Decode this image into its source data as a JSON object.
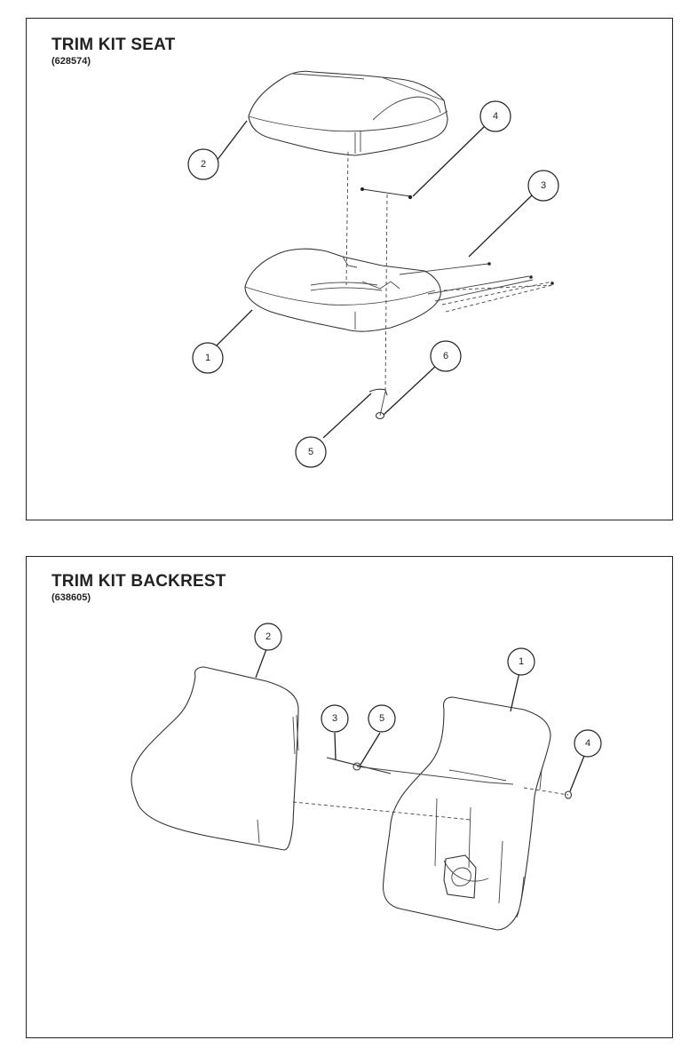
{
  "seat": {
    "title": "TRIM KIT SEAT",
    "part_number": "(628574)",
    "callouts": [
      "2",
      "4",
      "3",
      "1",
      "6",
      "5"
    ]
  },
  "backrest": {
    "title": "TRIM KIT BACKREST",
    "part_number": "(638605)",
    "callouts": [
      "2",
      "1",
      "3",
      "5",
      "4"
    ]
  }
}
